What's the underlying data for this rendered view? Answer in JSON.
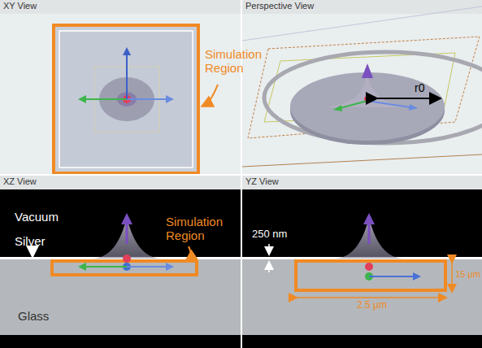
{
  "diagram": {
    "labels": [
      "XY View",
      "Perspective View",
      "Simulation Region",
      "r0",
      "XZ View",
      "YZ View",
      "Vacuum",
      "Silver",
      "Simulation Region",
      "Glass",
      "250 nm",
      "15 μm",
      "2.5 μm"
    ]
  }
}
